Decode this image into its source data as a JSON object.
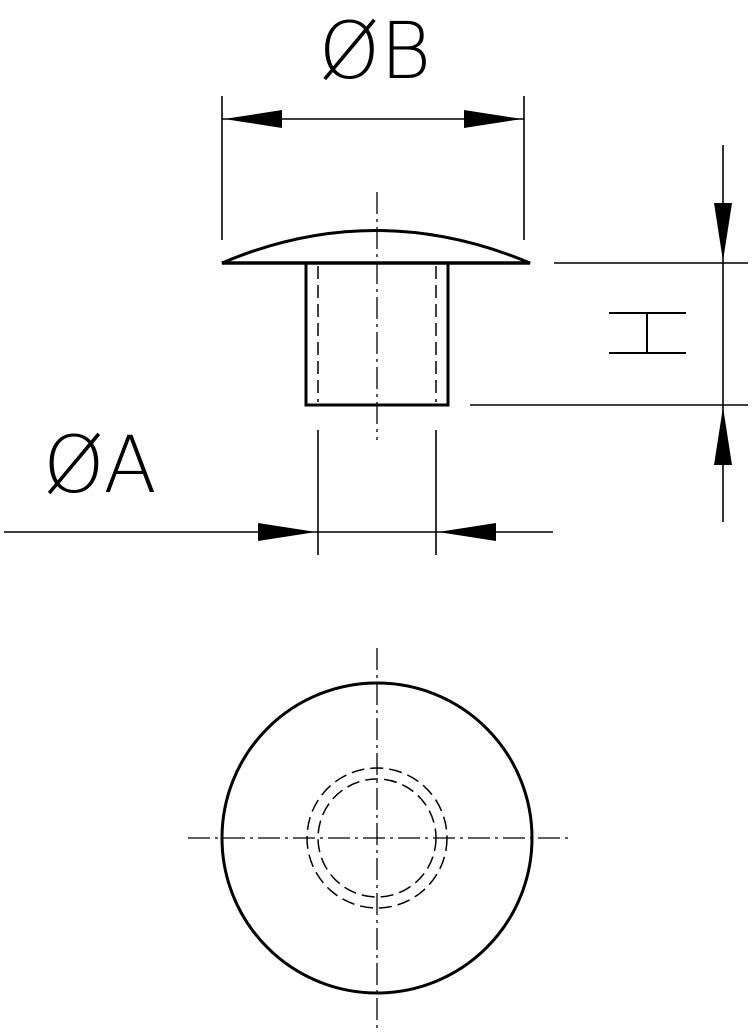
{
  "labels": {
    "diameter_b": "ØB",
    "diameter_a": "ØA",
    "height": "H"
  },
  "colors": {
    "line": "#000000",
    "background": "#ffffff"
  }
}
